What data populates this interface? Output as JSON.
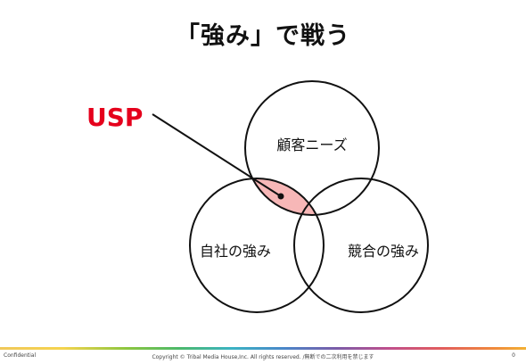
{
  "title": "「強み」で戦う",
  "diagram": {
    "usp_label": "USP",
    "circle_top": "顧客ニーズ",
    "circle_left": "自社の強み",
    "circle_right": "競合の強み"
  },
  "colors": {
    "usp_red": "#e5001c",
    "highlight": "#f7b7b7"
  },
  "footer": {
    "left": "Confidential",
    "center": "Copyright © Tribal Media House,Inc. All rights reserved. /無断での二次利用を禁じます",
    "page": "0"
  }
}
